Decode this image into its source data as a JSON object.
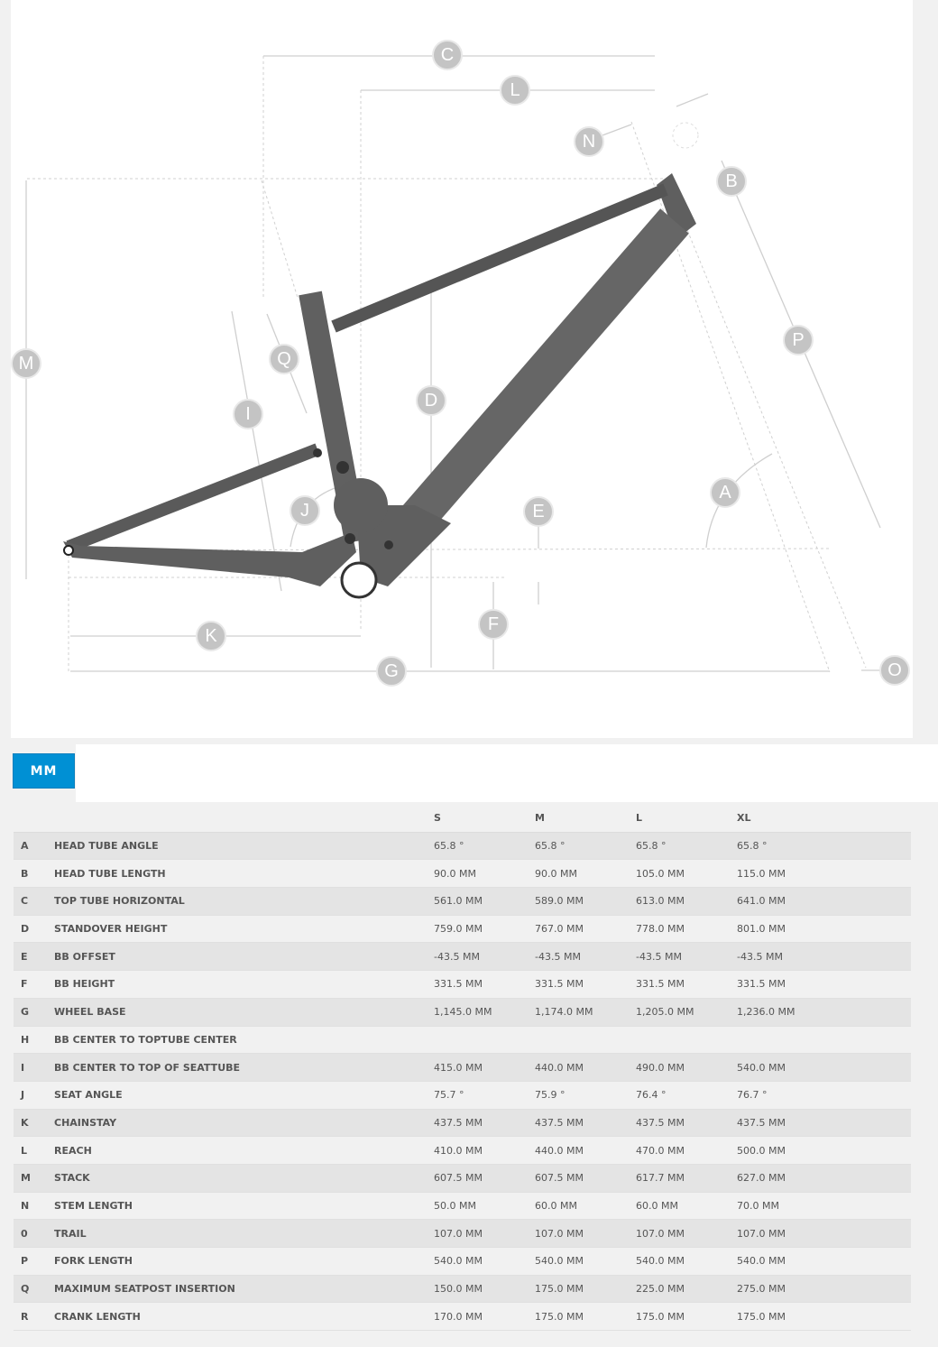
{
  "diagram": {
    "labels": {
      "C": "C",
      "L": "L",
      "N": "N",
      "B": "B",
      "M": "M",
      "Q": "Q",
      "I": "I",
      "D": "D",
      "P": "P",
      "A": "A",
      "J": "J",
      "E": "E",
      "F": "F",
      "K": "K",
      "G": "G",
      "O": "O"
    }
  },
  "units": {
    "active": "MM"
  },
  "table": {
    "headers": [
      "",
      "",
      "S",
      "M",
      "L",
      "XL"
    ],
    "rows": [
      {
        "key": "A",
        "name": "HEAD TUBE ANGLE",
        "v": [
          "65.8 °",
          "65.8 °",
          "65.8 °",
          "65.8 °"
        ]
      },
      {
        "key": "B",
        "name": "HEAD TUBE LENGTH",
        "v": [
          "90.0 MM",
          "90.0 MM",
          "105.0 MM",
          "115.0 MM"
        ]
      },
      {
        "key": "C",
        "name": "TOP TUBE HORIZONTAL",
        "v": [
          "561.0 MM",
          "589.0 MM",
          "613.0 MM",
          "641.0 MM"
        ]
      },
      {
        "key": "D",
        "name": "STANDOVER HEIGHT",
        "v": [
          "759.0 MM",
          "767.0 MM",
          "778.0 MM",
          "801.0 MM"
        ]
      },
      {
        "key": "E",
        "name": "BB OFFSET",
        "v": [
          "-43.5 MM",
          "-43.5 MM",
          "-43.5 MM",
          "-43.5 MM"
        ]
      },
      {
        "key": "F",
        "name": "BB HEIGHT",
        "v": [
          "331.5 MM",
          "331.5 MM",
          "331.5 MM",
          "331.5 MM"
        ]
      },
      {
        "key": "G",
        "name": "WHEEL BASE",
        "v": [
          "1,145.0 MM",
          "1,174.0 MM",
          "1,205.0 MM",
          "1,236.0 MM"
        ]
      },
      {
        "key": "H",
        "name": "BB CENTER TO TOPTUBE CENTER",
        "v": [
          "",
          "",
          "",
          ""
        ]
      },
      {
        "key": "I",
        "name": "BB CENTER TO TOP OF SEATTUBE",
        "v": [
          "415.0 MM",
          "440.0 MM",
          "490.0 MM",
          "540.0 MM"
        ]
      },
      {
        "key": "J",
        "name": "SEAT ANGLE",
        "v": [
          "75.7 °",
          "75.9 °",
          "76.4 °",
          "76.7 °"
        ]
      },
      {
        "key": "K",
        "name": "CHAINSTAY",
        "v": [
          "437.5 MM",
          "437.5 MM",
          "437.5 MM",
          "437.5 MM"
        ]
      },
      {
        "key": "L",
        "name": "REACH",
        "v": [
          "410.0 MM",
          "440.0 MM",
          "470.0 MM",
          "500.0 MM"
        ]
      },
      {
        "key": "M",
        "name": "STACK",
        "v": [
          "607.5 MM",
          "607.5 MM",
          "617.7 MM",
          "627.0 MM"
        ]
      },
      {
        "key": "N",
        "name": "STEM LENGTH",
        "v": [
          "50.0 MM",
          "60.0 MM",
          "60.0 MM",
          "70.0 MM"
        ]
      },
      {
        "key": "0",
        "name": "TRAIL",
        "v": [
          "107.0 MM",
          "107.0 MM",
          "107.0 MM",
          "107.0 MM"
        ]
      },
      {
        "key": "P",
        "name": "FORK LENGTH",
        "v": [
          "540.0 MM",
          "540.0 MM",
          "540.0 MM",
          "540.0 MM"
        ]
      },
      {
        "key": "Q",
        "name": "MAXIMUM SEATPOST INSERTION",
        "v": [
          "150.0 MM",
          "175.0 MM",
          "225.0 MM",
          "275.0 MM"
        ]
      },
      {
        "key": "R",
        "name": "CRANK LENGTH",
        "v": [
          "170.0 MM",
          "175.0 MM",
          "175.0 MM",
          "175.0 MM"
        ]
      }
    ]
  },
  "colors": {
    "accent": "#0090d4",
    "frame": "#5f5f5f",
    "label_circle": "#c4c4c4"
  }
}
